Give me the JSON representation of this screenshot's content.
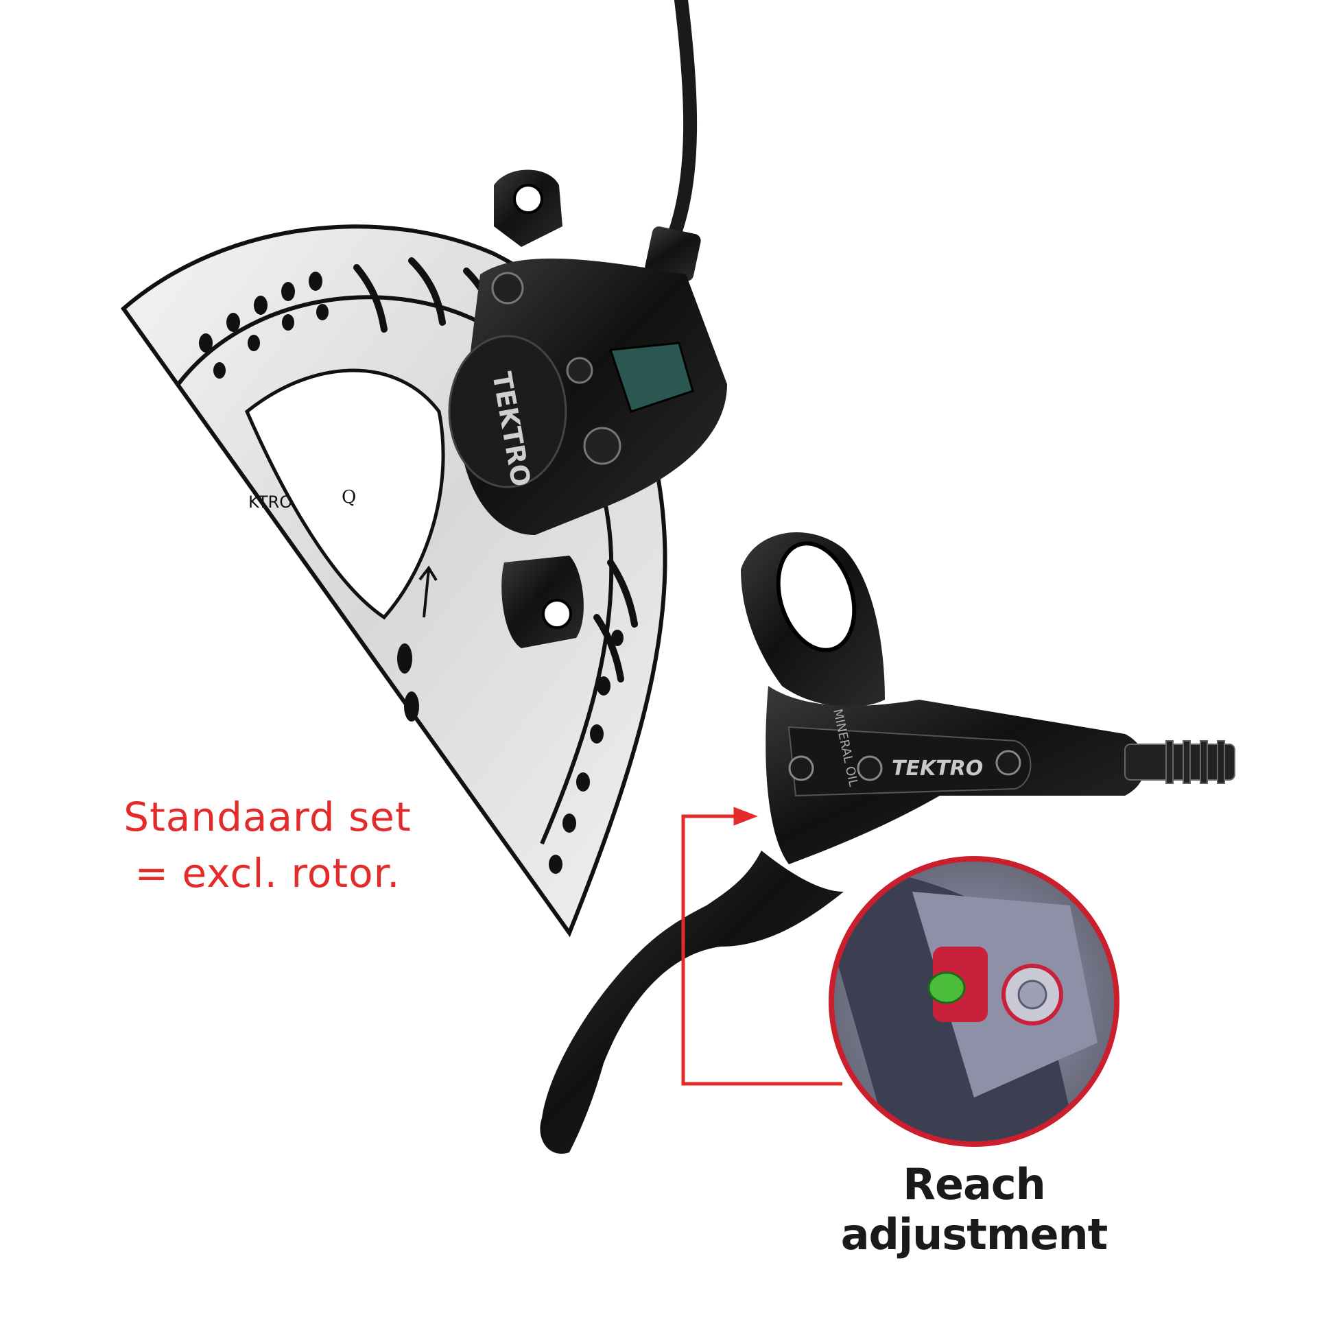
{
  "notice": {
    "line1": "Standaard set",
    "line2": "= excl. rotor.",
    "color": "#e32b2b"
  },
  "callout": {
    "label": "Reach adjustment",
    "arrow_color": "#e32b2b",
    "magnifier_ring_color": "#cc1f2e"
  },
  "branding": {
    "caliper_logo": "TEKTRO",
    "lever_logo": "TEKTRO",
    "lever_text": "MINERAL OIL",
    "rotor_text": "KTRO",
    "rotor_mark": "Q"
  }
}
